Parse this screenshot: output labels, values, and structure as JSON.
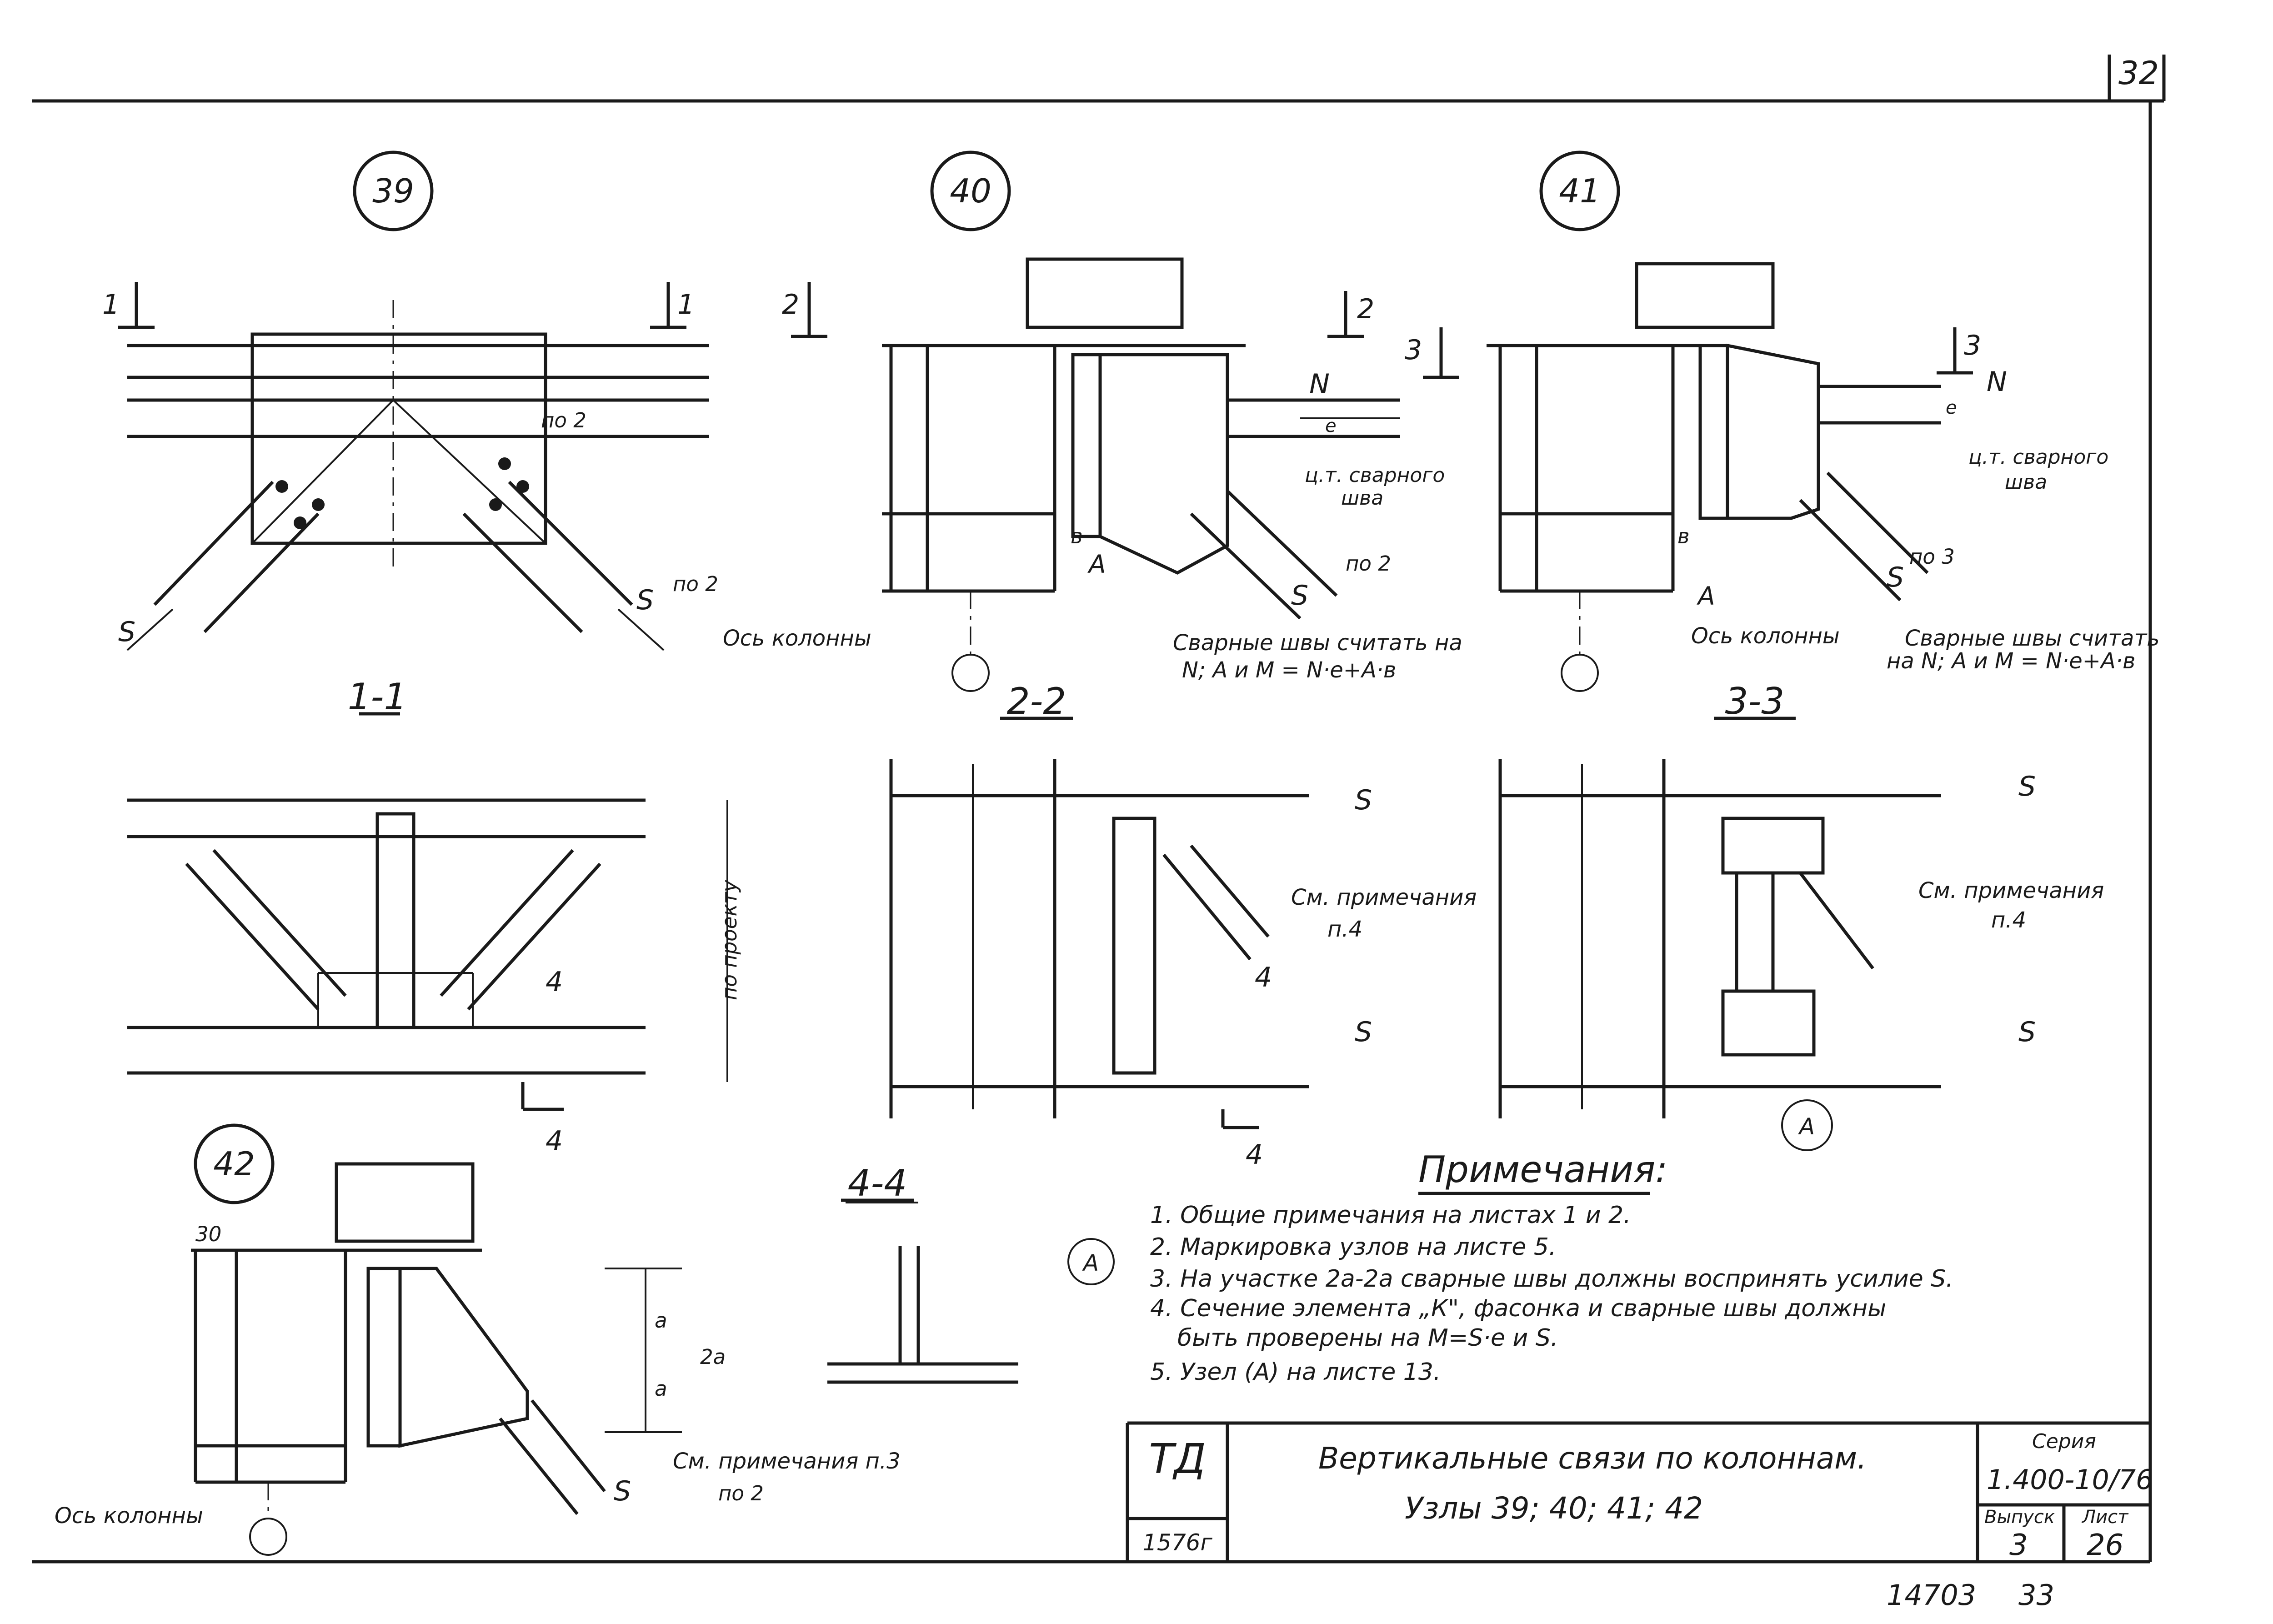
{
  "sheet_number": "32",
  "nodes": {
    "n39": "39",
    "n40": "40",
    "n41": "41",
    "n42": "42",
    "ref_A": "А"
  },
  "sections": {
    "s1": "1-1",
    "s2": "2-2",
    "s3": "3-3",
    "s4": "4-4",
    "cut1": "1",
    "cut2": "2",
    "cut3": "3",
    "cut4": "4"
  },
  "labels": {
    "S": "S",
    "N": "N",
    "A": "А",
    "e": "e",
    "b": "в",
    "a": "a",
    "two_a": "2a",
    "po2": "по 2",
    "po3": "по 3",
    "po2_node42": "по 2",
    "dim_30": "30",
    "po_proekty": "по проекту",
    "column_axis": "Ось колонны",
    "weld_center": "ц.т. сварного",
    "weld_center_2": "шва",
    "welds_note_1": "Сварные швы считать на",
    "welds_note_2": "N; A и M = N·e+A·в",
    "welds_note_41_1": "Сварные швы считать",
    "welds_note_41_2": "на N; A и M = N·e+A·в",
    "see_note_4": "См. примечания",
    "see_note_4b": "п.4",
    "see_note_3": "См. примечания п.3"
  },
  "notes": {
    "title": "Примечания:",
    "items": [
      "1. Общие примечания на листах 1 и 2.",
      "2. Маркировка узлов на листе 5.",
      "3. На участке 2а-2а сварные швы должны воспринять усилие S.",
      "4. Сечение элемента „К\", фасонка и сварные швы должны",
      "быть проверены на M=S·e и S.",
      "5. Узел (А) на листе 13."
    ]
  },
  "title_block": {
    "logo": "ТД",
    "title_line1": "Вертикальные связи по колоннам.",
    "title_line2": "Узлы 39; 40; 41; 42",
    "series_label": "Серия",
    "series_value": "1.400-10/76",
    "issue_label": "Выпуск",
    "issue_value": "3",
    "sheet_label": "Лист",
    "sheet_value": "26",
    "code": "1576г",
    "footer_left": "14703",
    "footer_right": "33"
  }
}
